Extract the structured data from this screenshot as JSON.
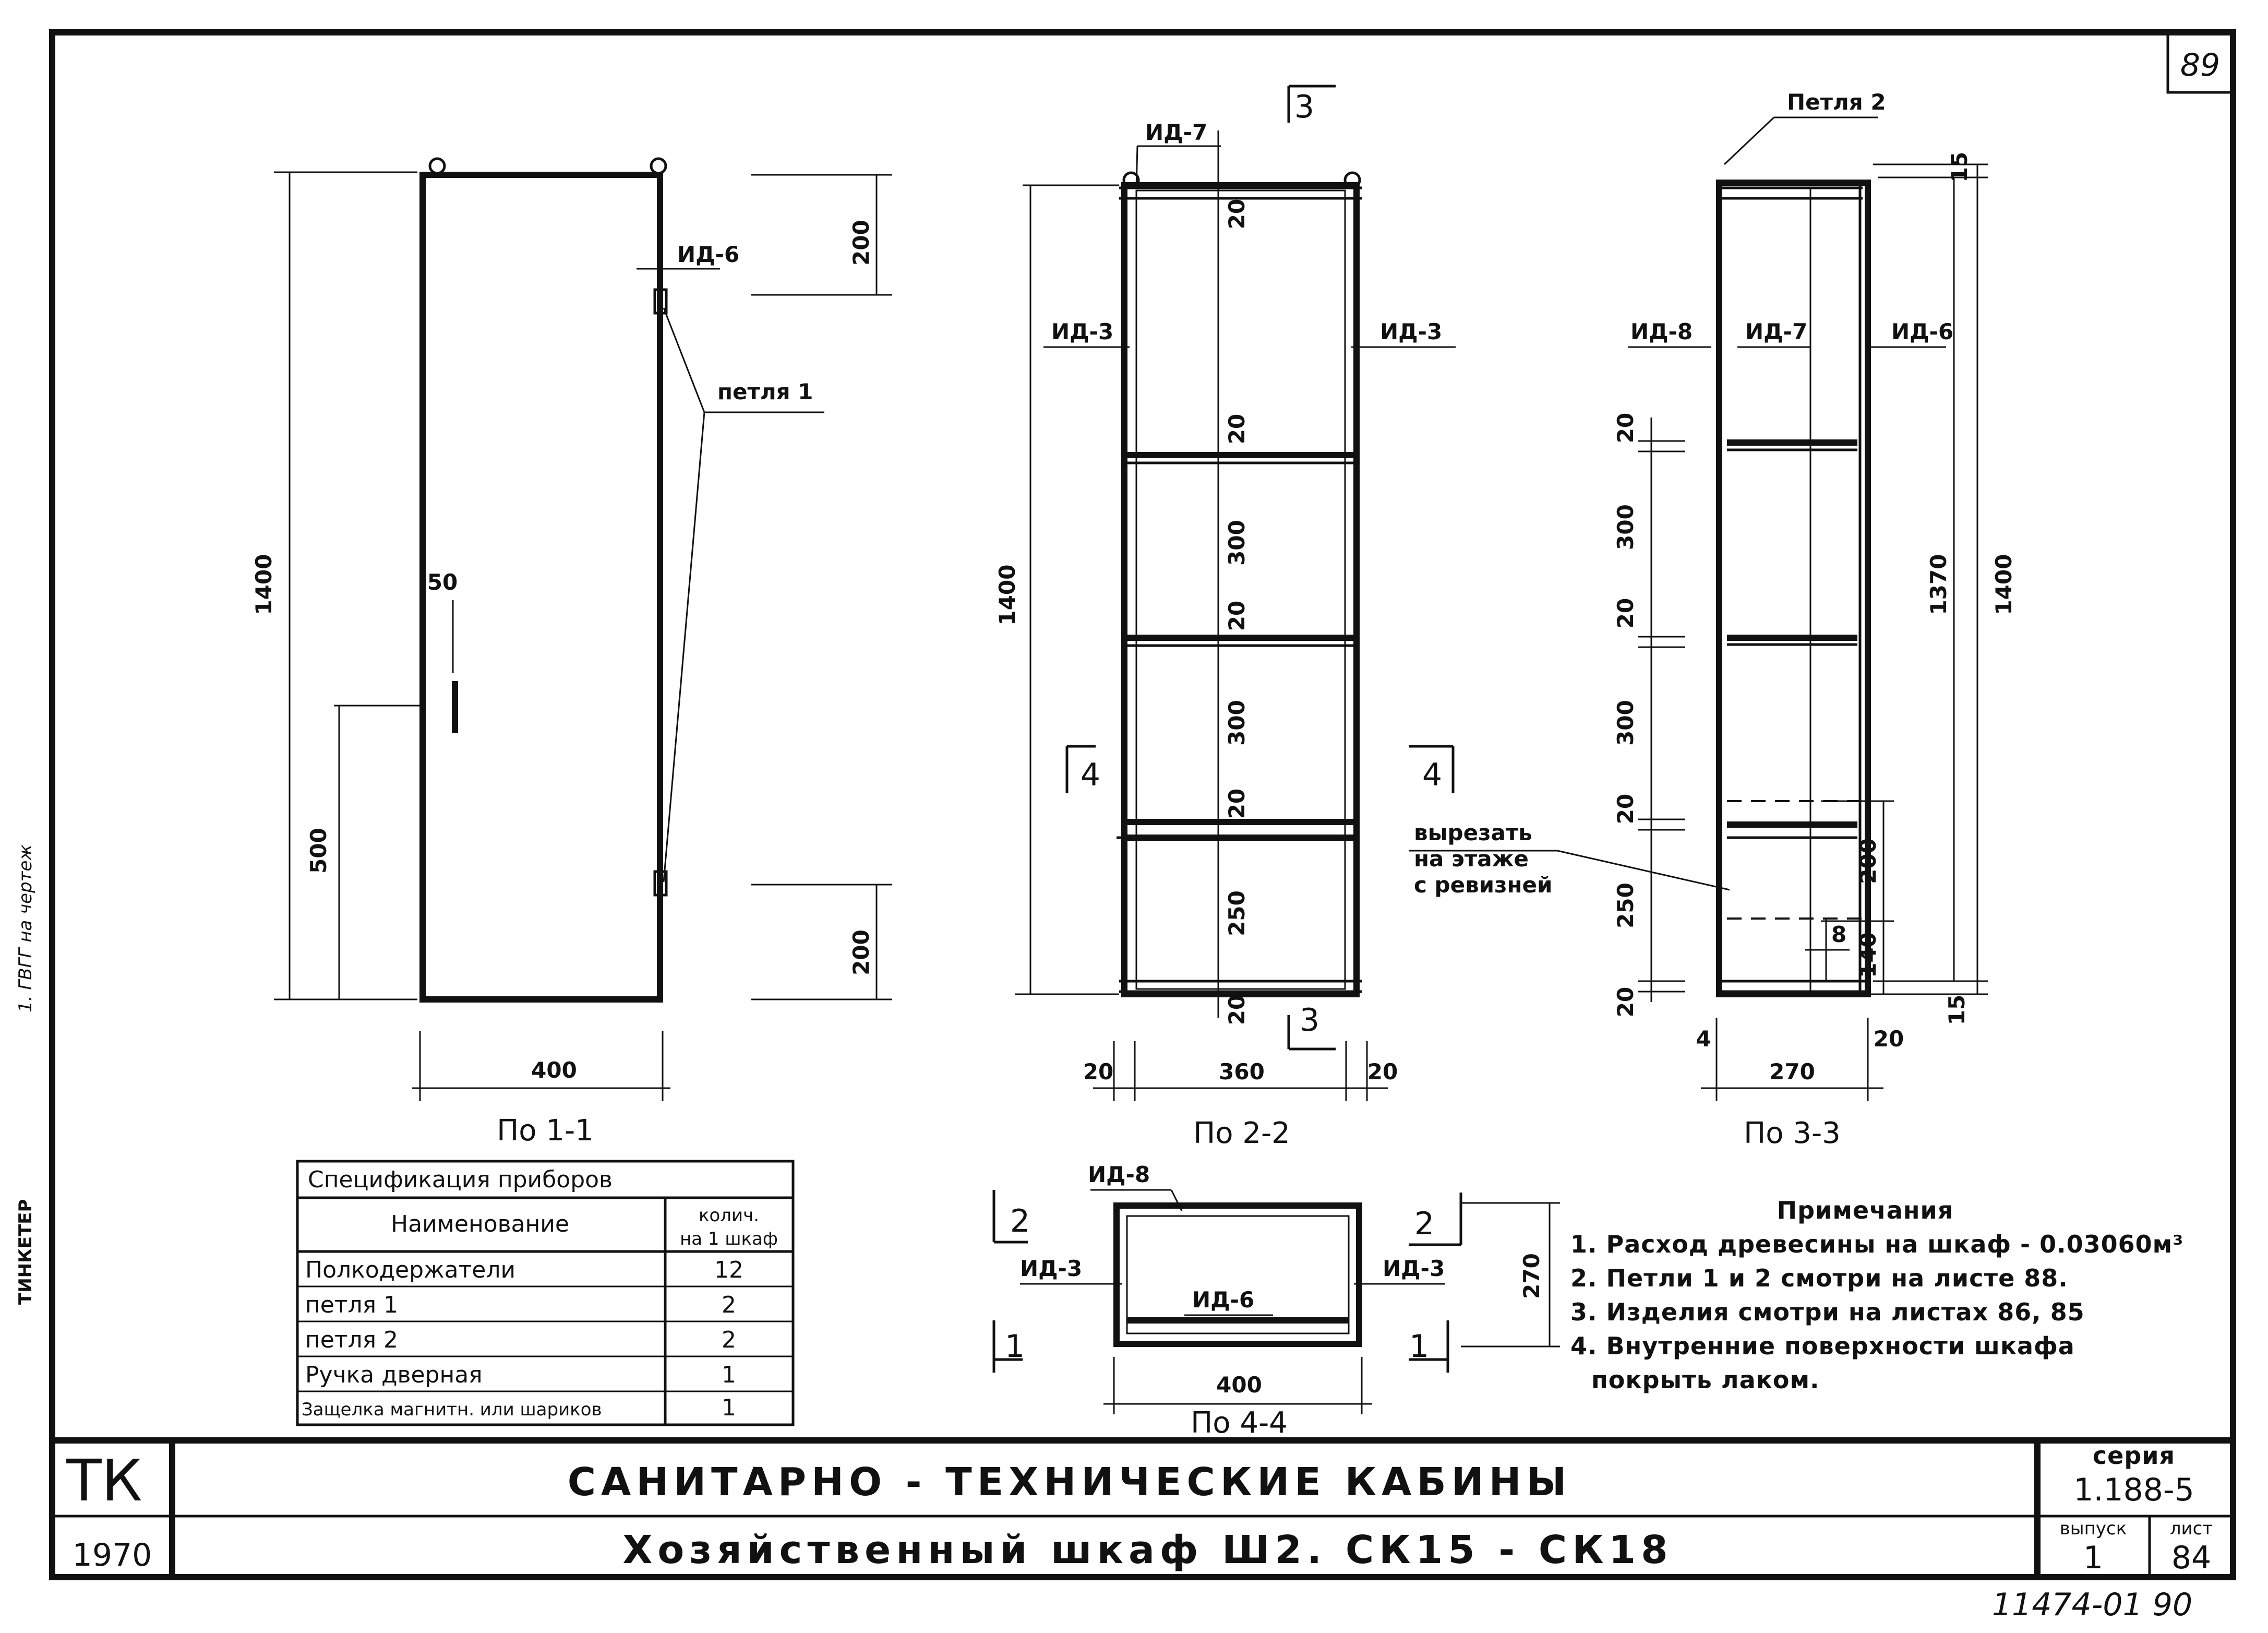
{
  "sheet_corner_number": "89",
  "views": {
    "v1": {
      "caption": "По 1-1",
      "dim_height": "1400",
      "dim_top": "200",
      "dim_bottom": "200",
      "dim_handle_height": "500",
      "dim_handle": "50",
      "dim_width": "400",
      "label_id6": "ИД-6",
      "label_hinge": "петля 1"
    },
    "v2": {
      "caption": "По 2-2",
      "dim_height": "1400",
      "shelf_gaps": [
        "300",
        "300",
        "250"
      ],
      "board": "20",
      "dim_left": "20",
      "dim_mid": "360",
      "dim_right": "20",
      "label_id7": "ИД-7",
      "label_id3_left": "ИД-3",
      "label_id3_right": "ИД-3",
      "section_3": "3",
      "section_4": "4"
    },
    "v3": {
      "caption": "По 3-3",
      "label_hinge2": "Петля 2",
      "label_id8": "ИД-8",
      "label_id7": "ИД-7",
      "label_id6": "ИД-6",
      "dim_top": "15",
      "dim_height": "1400",
      "dim_inner": "1370",
      "dims_left": [
        "20",
        "300",
        "20",
        "300",
        "20",
        "250",
        "20"
      ],
      "dim_200": "200",
      "dim_140": "140",
      "dim_8": "8",
      "dim_15": "15",
      "dim_4": "4",
      "dim_270": "270",
      "dim_20": "20",
      "cut_note": [
        "вырезать",
        "на этаже",
        "с ревизней"
      ]
    },
    "v4": {
      "caption": "По 4-4",
      "label_id8": "ИД-8",
      "label_id3_left": "ИД-3",
      "label_id3_right": "ИД-3",
      "label_id6": "ИД-6",
      "dim_width": "400",
      "dim_depth": "270",
      "section_2": "2",
      "section_1": "1"
    }
  },
  "spec_table": {
    "title": "Спецификация приборов",
    "col_name": "Наименование",
    "col_qty": [
      "колич.",
      "на 1 шкаф"
    ],
    "rows": [
      {
        "name": "Полкодержатели",
        "qty": "12"
      },
      {
        "name": "петля 1",
        "qty": "2"
      },
      {
        "name": "петля 2",
        "qty": "2"
      },
      {
        "name": "Ручка дверная",
        "qty": "1"
      },
      {
        "name": "Защелка магнитн. или шариков",
        "qty": "1"
      }
    ]
  },
  "notes": {
    "title": "Примечания",
    "items": [
      "1. Расход древесины на шкаф - 0.03060м³",
      "2. Петли 1 и 2 смотри на листе 88.",
      "3. Изделия смотри на листах 86, 85",
      "4. Внутренние поверхности шкафа",
      "покрыть лаком."
    ]
  },
  "left_margin": {
    "stamp": "ТИНКЕТЕР",
    "scribble": "1. ГВГГ на чертеж"
  },
  "title_block": {
    "tk": "ТК",
    "year": "1970",
    "line1": "САНИТАРНО - ТЕХНИЧЕСКИЕ КАБИНЫ",
    "line2": "Хозяйственный шкаф Ш2. СК15 - СК18",
    "series_label": "серия",
    "series_value": "1.188-5",
    "issue_label": "выпуск",
    "issue_value": "1",
    "sheet_label": "лист",
    "sheet_value": "84"
  },
  "footer_code": "11474-01 90"
}
